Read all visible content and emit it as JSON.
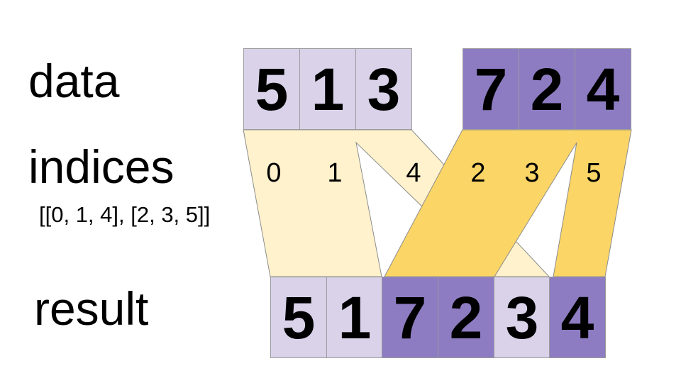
{
  "labels": {
    "data": "data",
    "indices": "indices",
    "indices_notation": "[[0, 1, 4], [2, 3, 5]]",
    "result": "result"
  },
  "data_row_1": {
    "values": [
      "5",
      "1",
      "3"
    ],
    "tone": "light"
  },
  "data_row_2": {
    "values": [
      "7",
      "2",
      "4"
    ],
    "tone": "dark"
  },
  "index_group_1": [
    "0",
    "1",
    "4"
  ],
  "index_group_2": [
    "2",
    "3",
    "5"
  ],
  "result_row": {
    "values": [
      "5",
      "1",
      "7",
      "2",
      "3",
      "4"
    ],
    "tones": [
      "light",
      "light",
      "dark",
      "dark",
      "light",
      "dark"
    ]
  },
  "colors": {
    "lavender": "#d9d2e9",
    "purple": "#8e7cc3",
    "cream": "#fff2cc",
    "gold": "#fbd566",
    "stroke": "#8c8c8c",
    "text": "#000000"
  }
}
